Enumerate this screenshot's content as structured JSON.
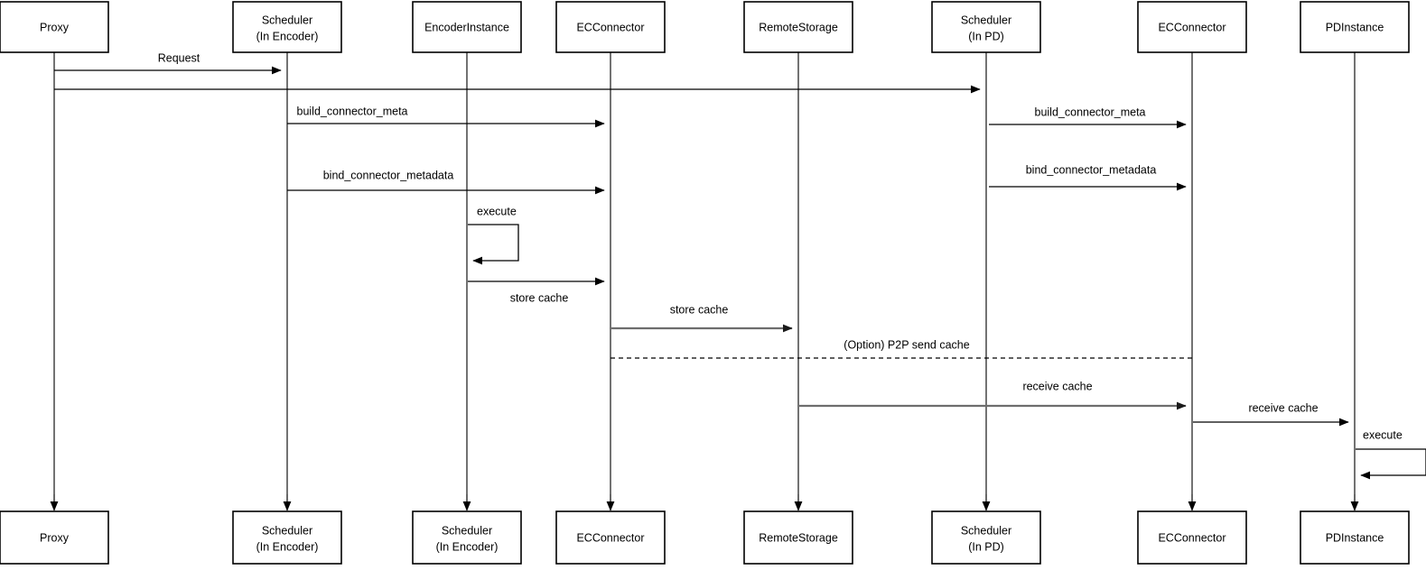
{
  "diagram": {
    "type": "uml-sequence-diagram",
    "title": "",
    "colors": {
      "background": "#ffffff",
      "stroke": "#000000",
      "gray_arrow": "#6d6d6d",
      "box_fill": "#ffffff"
    },
    "participants_top": [
      {
        "id": "proxy",
        "label_line1": "Proxy",
        "label_line2": ""
      },
      {
        "id": "scheduler-encoder",
        "label_line1": "Scheduler",
        "label_line2": "(In Encoder)"
      },
      {
        "id": "encoder-instance",
        "label_line1": "EncoderInstance",
        "label_line2": ""
      },
      {
        "id": "ec-connector-encoder",
        "label_line1": "ECConnector",
        "label_line2": ""
      },
      {
        "id": "remote-storage",
        "label_line1": "RemoteStorage",
        "label_line2": ""
      },
      {
        "id": "scheduler-pd",
        "label_line1": "Scheduler",
        "label_line2": "(In PD)"
      },
      {
        "id": "ec-connector-pd",
        "label_line1": "ECConnector",
        "label_line2": ""
      },
      {
        "id": "pd-instance",
        "label_line1": "PDInstance",
        "label_line2": ""
      }
    ],
    "participants_bottom": [
      {
        "id": "proxy",
        "label_line1": "Proxy",
        "label_line2": ""
      },
      {
        "id": "scheduler-encoder",
        "label_line1": "Scheduler",
        "label_line2": "(In Encoder)"
      },
      {
        "id": "scheduler-encoder-2",
        "label_line1": "Scheduler",
        "label_line2": "(In Encoder)"
      },
      {
        "id": "ec-connector-encoder",
        "label_line1": "ECConnector",
        "label_line2": ""
      },
      {
        "id": "remote-storage",
        "label_line1": "RemoteStorage",
        "label_line2": ""
      },
      {
        "id": "scheduler-pd",
        "label_line1": "Scheduler",
        "label_line2": "(In PD)"
      },
      {
        "id": "ec-connector-pd",
        "label_line1": "ECConnector",
        "label_line2": ""
      },
      {
        "id": "pd-instance",
        "label_line1": "PDInstance",
        "label_line2": ""
      }
    ],
    "messages": [
      {
        "id": "m1",
        "label": "Request",
        "from": "proxy",
        "to": "scheduler-encoder",
        "style": "solid"
      },
      {
        "id": "m2",
        "label": "",
        "from": "proxy",
        "to": "scheduler-pd",
        "style": "solid"
      },
      {
        "id": "m3",
        "label": "build_connector_meta",
        "from": "scheduler-encoder",
        "to": "ec-connector-encoder",
        "style": "solid"
      },
      {
        "id": "m4",
        "label": "build_connector_meta",
        "from": "scheduler-pd",
        "to": "ec-connector-pd",
        "style": "solid"
      },
      {
        "id": "m5",
        "label": "bind_connector_metadata",
        "from": "scheduler-encoder",
        "to": "ec-connector-encoder",
        "style": "solid"
      },
      {
        "id": "m6",
        "label": "bind_connector_metadata",
        "from": "scheduler-pd",
        "to": "ec-connector-pd",
        "style": "solid"
      },
      {
        "id": "m7",
        "label": "execute",
        "from": "encoder-instance",
        "to": "encoder-instance",
        "style": "self-loop"
      },
      {
        "id": "m8",
        "label": "store cache",
        "from": "encoder-instance",
        "to": "ec-connector-encoder",
        "style": "solid"
      },
      {
        "id": "m9",
        "label": "store cache",
        "from": "ec-connector-encoder",
        "to": "remote-storage",
        "style": "gray"
      },
      {
        "id": "m10",
        "label": "(Option) P2P send cache",
        "from": "ec-connector-encoder",
        "to": "ec-connector-pd",
        "style": "dashed"
      },
      {
        "id": "m11",
        "label": "receive cache",
        "from": "remote-storage",
        "to": "ec-connector-pd",
        "style": "gray"
      },
      {
        "id": "m12",
        "label": "receive cache",
        "from": "ec-connector-pd",
        "to": "pd-instance",
        "style": "solid"
      },
      {
        "id": "m13",
        "label": "execute",
        "from": "pd-instance",
        "to": "pd-instance",
        "style": "self-loop"
      }
    ]
  }
}
